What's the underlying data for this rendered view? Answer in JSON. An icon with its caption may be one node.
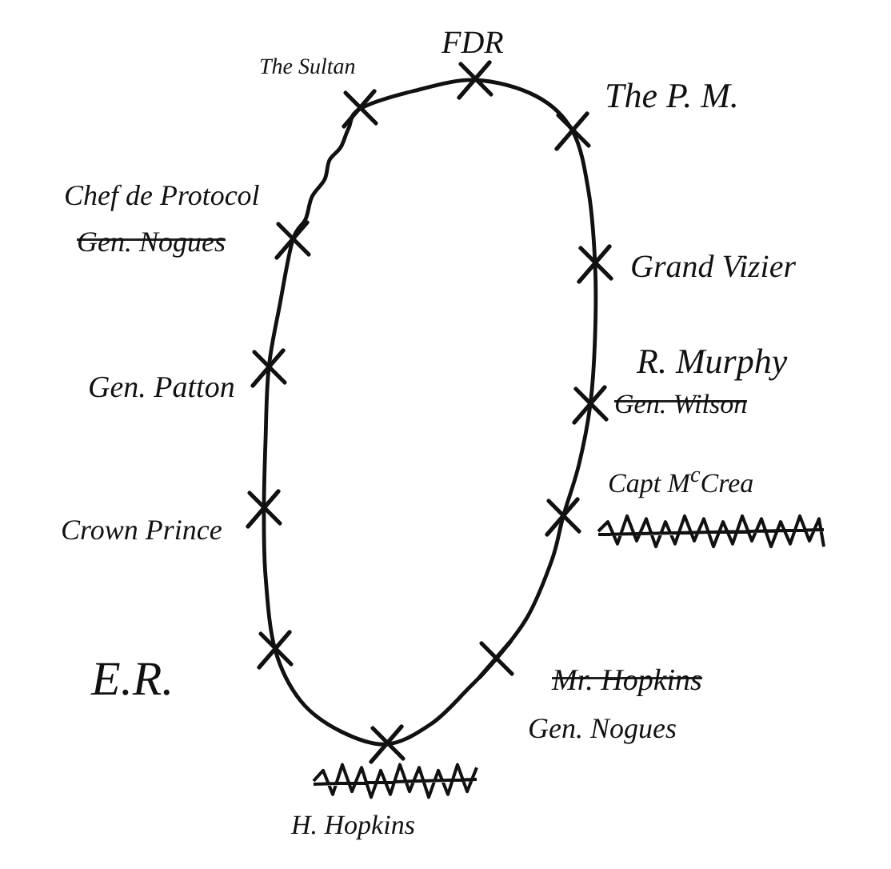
{
  "diagram": {
    "labels": [
      "The Sultan",
      "FDR",
      "The P. M.",
      "Chef de Protocol",
      "Gen. Nogues",
      "Grand Vizier",
      "Gen. Patton",
      "R. Murphy",
      "Gen. Wilson",
      "Crown Prince",
      "Capt M$^{c}$Crea",
      "E.R.",
      "Mr. Hopkins",
      "Gen. Nogues",
      "H. Hopkins"
    ]
  }
}
